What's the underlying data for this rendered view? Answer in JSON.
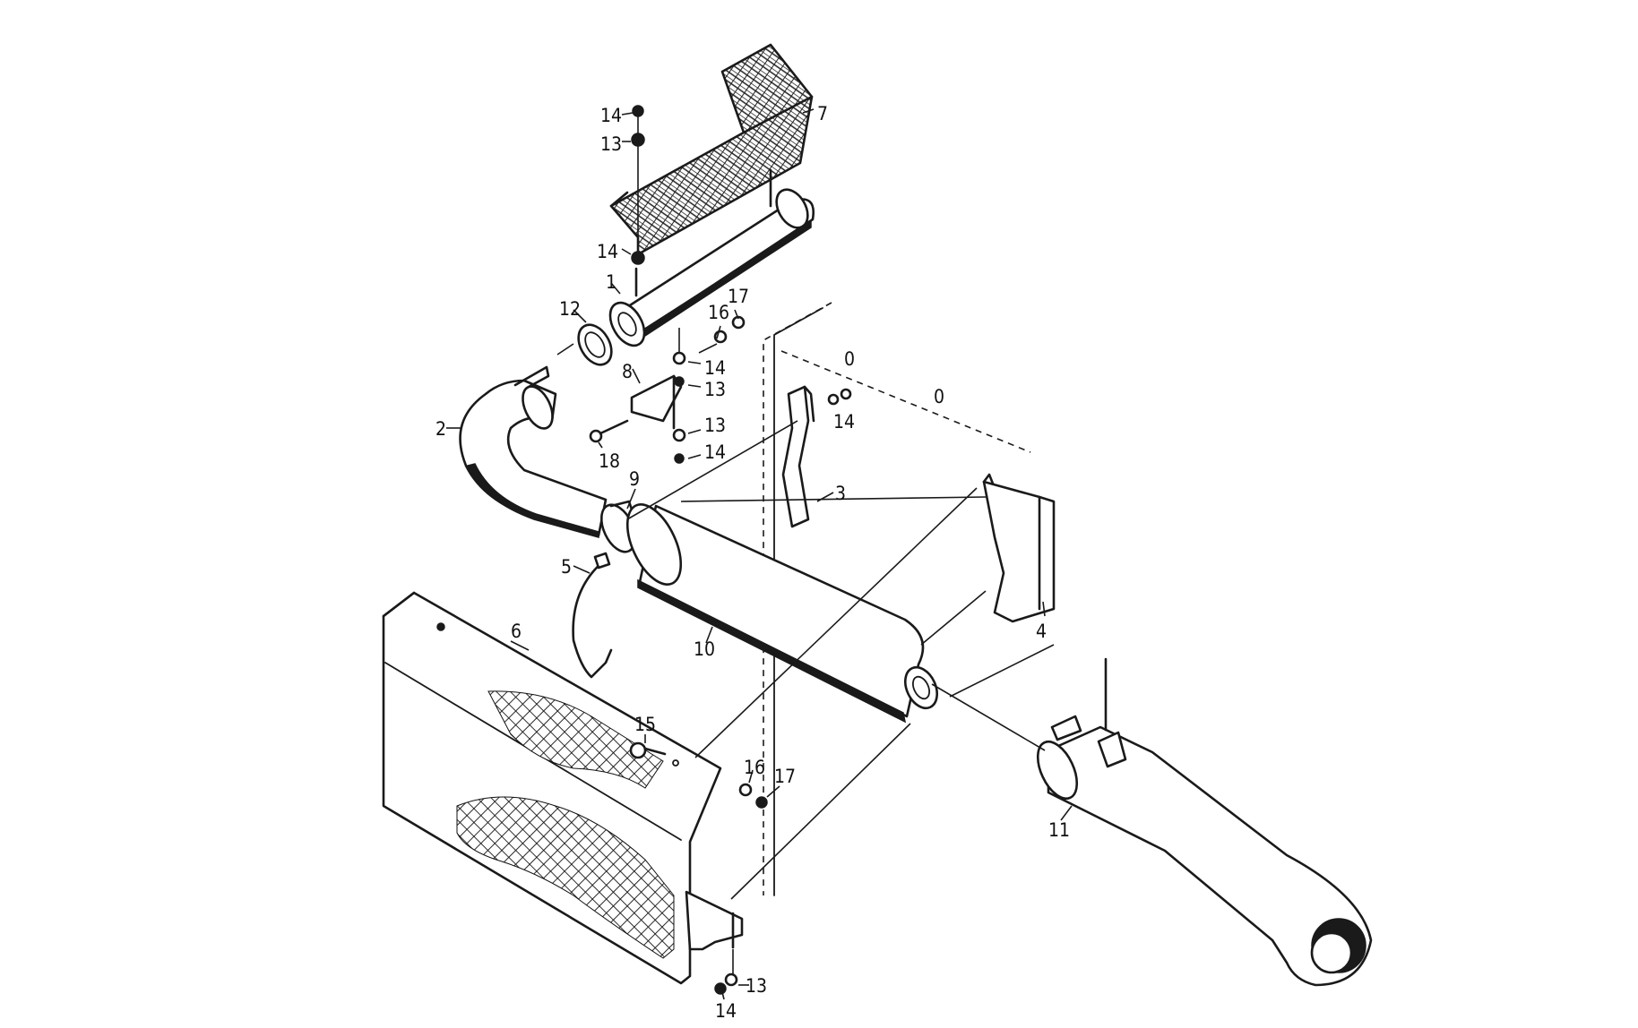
{
  "callouts": [
    {
      "id": "c14a",
      "text": "14"
    },
    {
      "id": "c13a",
      "text": "13"
    },
    {
      "id": "c7",
      "text": "7"
    },
    {
      "id": "c14b",
      "text": "14"
    },
    {
      "id": "c1",
      "text": "1"
    },
    {
      "id": "c12",
      "text": "12"
    },
    {
      "id": "c16a",
      "text": "16"
    },
    {
      "id": "c17a",
      "text": "17"
    },
    {
      "id": "c14c",
      "text": "14"
    },
    {
      "id": "c8",
      "text": "8"
    },
    {
      "id": "c13b",
      "text": "13"
    },
    {
      "id": "c2",
      "text": "2"
    },
    {
      "id": "c13c",
      "text": "13"
    },
    {
      "id": "c18",
      "text": "18"
    },
    {
      "id": "c14d",
      "text": "14"
    },
    {
      "id": "c14e",
      "text": "14"
    },
    {
      "id": "c0a",
      "text": "0"
    },
    {
      "id": "c0b",
      "text": "0"
    },
    {
      "id": "c3",
      "text": "3"
    },
    {
      "id": "c9",
      "text": "9"
    },
    {
      "id": "c5",
      "text": "5"
    },
    {
      "id": "c6",
      "text": "6"
    },
    {
      "id": "c10",
      "text": "10"
    },
    {
      "id": "c4",
      "text": "4"
    },
    {
      "id": "c15",
      "text": "15"
    },
    {
      "id": "c16b",
      "text": "16"
    },
    {
      "id": "c17b",
      "text": "17"
    },
    {
      "id": "c11",
      "text": "11"
    },
    {
      "id": "c13d",
      "text": "13"
    },
    {
      "id": "c14f",
      "text": "14"
    }
  ]
}
